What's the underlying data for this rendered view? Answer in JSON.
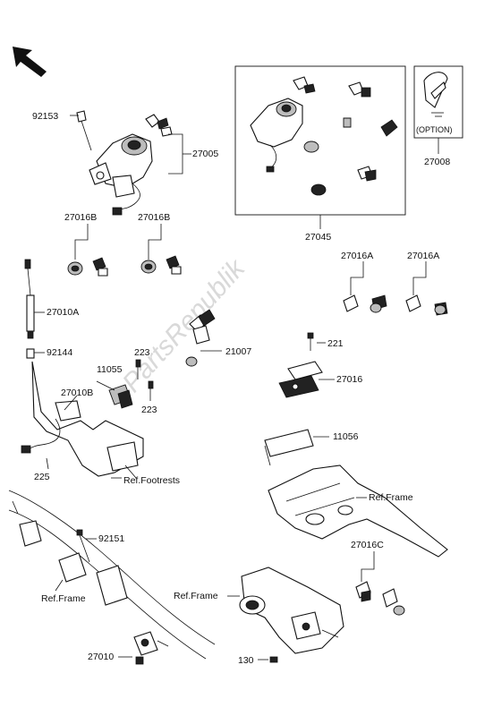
{
  "watermark": "PartsRepublik",
  "option_label": "(OPTION)",
  "labels": {
    "p92153": "92153",
    "p27005": "27005",
    "p27045": "27045",
    "p27008": "27008",
    "p27016B_1": "27016B",
    "p27016B_2": "27016B",
    "p27016A_1": "27016A",
    "p27016A_2": "27016A",
    "p27010A": "27010A",
    "p92144": "92144",
    "p223_top": "223",
    "p11055": "11055",
    "p27010B": "27010B",
    "p223_bottom": "223",
    "p21007": "21007",
    "p221": "221",
    "p27016": "27016",
    "p11056": "11056",
    "p225": "225",
    "ref_footrests": "Ref.Footrests",
    "ref_frame_right": "Ref.Frame",
    "p92151": "92151",
    "ref_frame_left": "Ref.Frame",
    "p27016C": "27016C",
    "ref_frame_bottom": "Ref.Frame",
    "p27010": "27010",
    "p130": "130"
  }
}
